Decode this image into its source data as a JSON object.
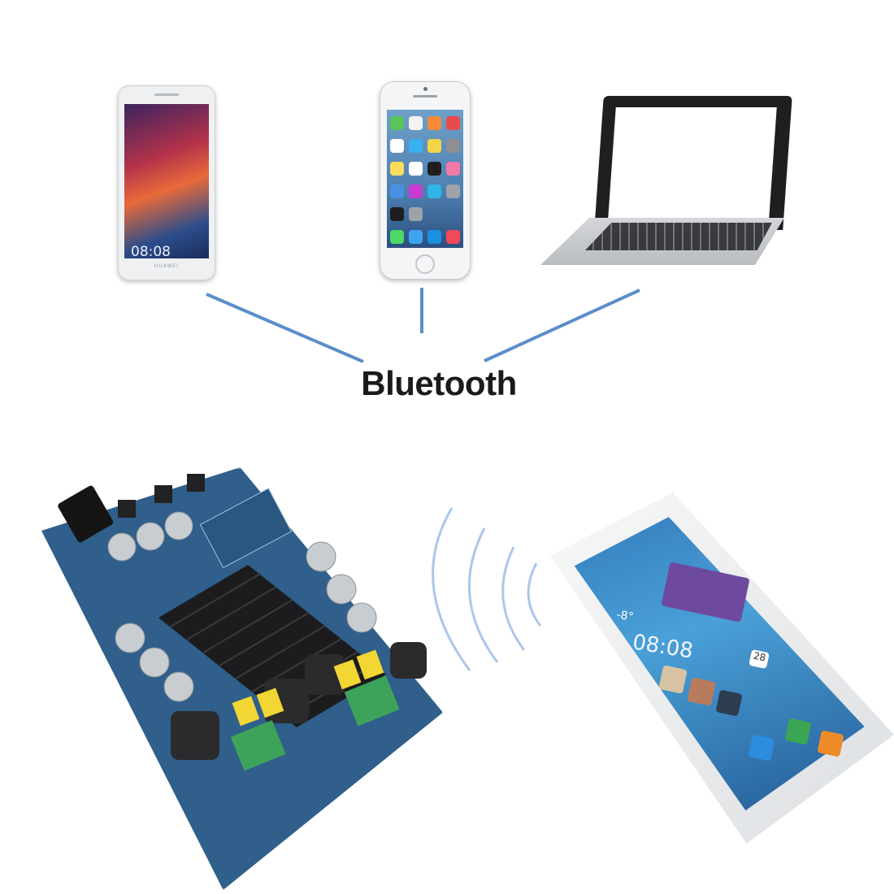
{
  "label": {
    "text": "Bluetooth"
  },
  "devices": {
    "android_phone": {
      "clock": "08:08",
      "brand": "HUAWEI"
    },
    "iphone": {},
    "laptop": {}
  },
  "main_phone": {
    "clock": "08:08",
    "temperature": "-8°",
    "calendar_day": "28"
  },
  "board": {},
  "colors": {
    "connector_line": "#5b8ec9",
    "signal_wave": "#a9c8ea",
    "pcb": "#2f5f8a"
  }
}
